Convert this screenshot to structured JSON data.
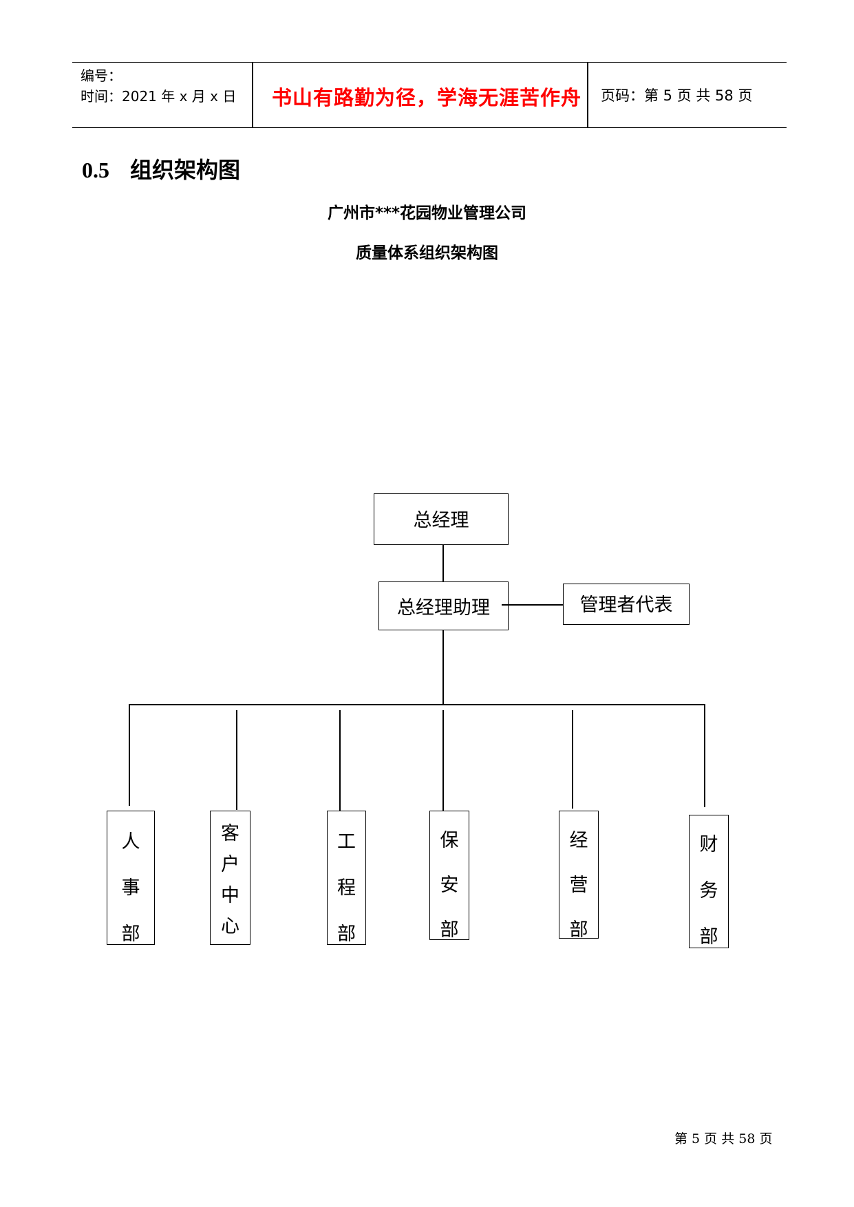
{
  "header": {
    "number_label": "编号：",
    "time_label": "时间：2021 年 x 月 x 日",
    "motto": "书山有路勤为径，学海无涯苦作舟",
    "page_info": "页码：第 5 页  共 58 页"
  },
  "section": {
    "number": "0.5",
    "title": "组织架构图"
  },
  "doc_title_line1": "广州市***花园物业管理公司",
  "doc_title_line2": "质量体系组织架构图",
  "org": {
    "gm": "总经理",
    "assistant": "总经理助理",
    "rep": "管理者代表",
    "departments": [
      [
        "人",
        "事",
        "部"
      ],
      [
        "客",
        "户",
        "中",
        "心"
      ],
      [
        "工",
        "程",
        "部"
      ],
      [
        "保",
        "安",
        "部"
      ],
      [
        "经",
        "营",
        "部"
      ],
      [
        "财",
        "务",
        "部"
      ]
    ]
  },
  "footer": "第 5 页 共 58 页"
}
